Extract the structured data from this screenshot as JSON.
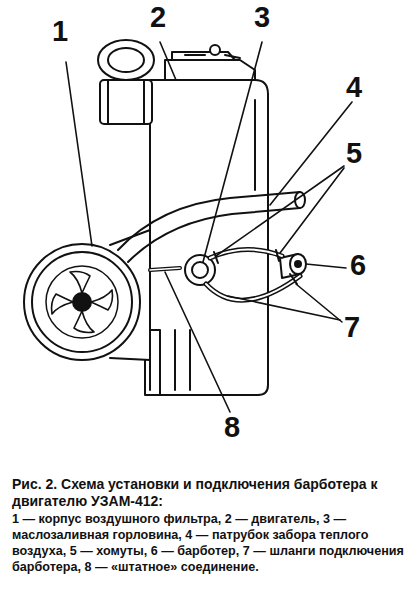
{
  "diagram": {
    "caption": "Рис. 2. Схема установки и подключения барботера к двигателю УЗАМ-412:",
    "labels": [
      "1",
      "2",
      "3",
      "4",
      "5",
      "6",
      "7",
      "8",
      "1 — корпус воздушного фильтра, 2 — двигатель, 3 — маслозаливная горловина, 4 — патрубок забора теплого воздуха, 5 — хомуты, 6 — барботер, 7 — шланги подключения барботера, 8 — «штатное» соединение."
    ]
  }
}
